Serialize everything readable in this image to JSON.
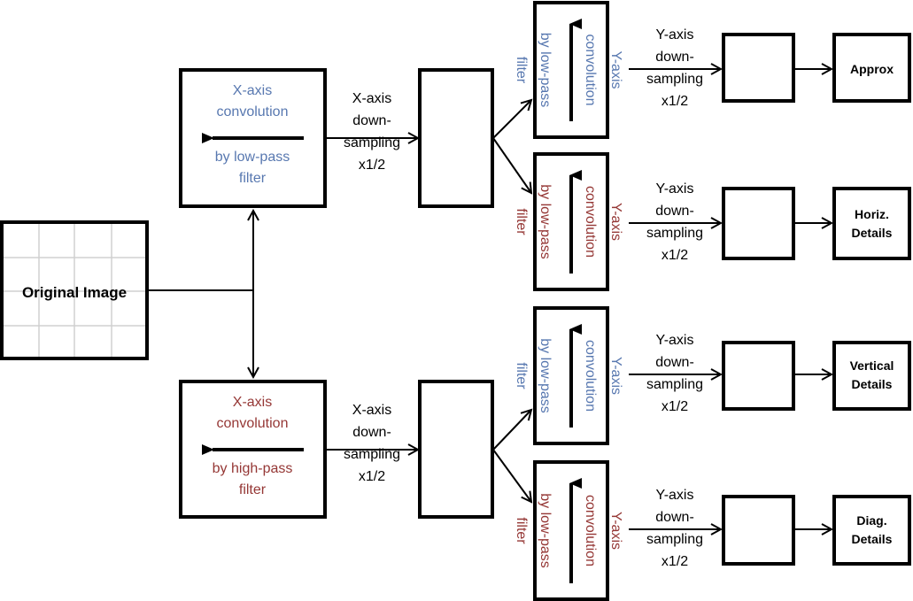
{
  "colors": {
    "lowpass": "#5878b0",
    "highpass": "#953735",
    "text": "#000000",
    "grid": "#d0d0d0"
  },
  "input": {
    "label": "Original Image"
  },
  "x_stage": [
    {
      "lines": [
        "X-axis",
        "convolution",
        "by low-pass",
        "filter"
      ],
      "color_key": "lowpass",
      "downsample": [
        "X-axis",
        "down-",
        "sampling",
        "x1/2"
      ]
    },
    {
      "lines": [
        "X-axis",
        "convolution",
        "by high-pass",
        "filter"
      ],
      "color_key": "highpass",
      "downsample": [
        "X-axis",
        "down-",
        "sampling",
        "x1/2"
      ]
    }
  ],
  "y_stage": [
    {
      "lines": [
        "Y-axis",
        "convolution",
        "by low-pass",
        "filter"
      ],
      "color_key": "lowpass",
      "downsample": [
        "Y-axis",
        "down-",
        "sampling",
        "x1/2"
      ],
      "output": [
        "Approx"
      ],
      "pattern": "quad"
    },
    {
      "lines": [
        "Y-axis",
        "convolution",
        "by low-pass",
        "filter"
      ],
      "color_key": "highpass",
      "downsample": [
        "Y-axis",
        "down-",
        "sampling",
        "x1/2"
      ],
      "output": [
        "Horiz.",
        "Details"
      ],
      "pattern": "horizontal"
    },
    {
      "lines": [
        "Y-axis",
        "convolution",
        "by low-pass",
        "filter"
      ],
      "color_key": "lowpass",
      "downsample": [
        "Y-axis",
        "down-",
        "sampling",
        "x1/2"
      ],
      "output": [
        "Vertical",
        "Details"
      ],
      "pattern": "vertical"
    },
    {
      "lines": [
        "Y-axis",
        "convolution",
        "by low-pass",
        "filter"
      ],
      "color_key": "highpass",
      "downsample": [
        "Y-axis",
        "down-",
        "sampling",
        "x1/2"
      ],
      "output": [
        "Diag.",
        "Details"
      ],
      "pattern": "diagonal"
    }
  ]
}
